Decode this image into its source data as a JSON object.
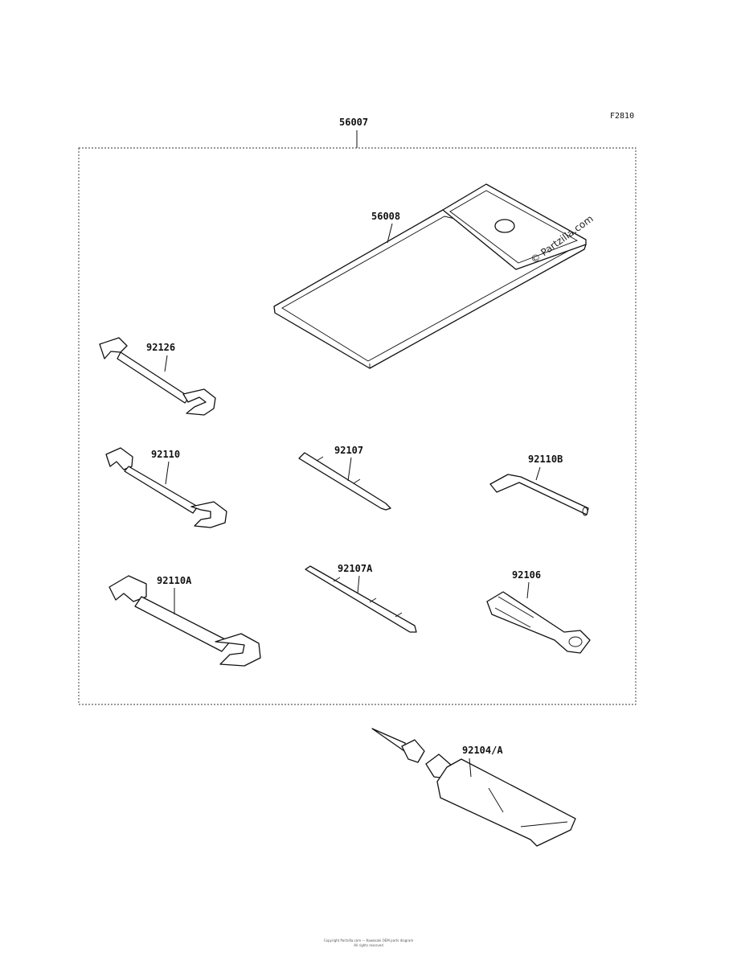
{
  "figure_code": "F2810",
  "watermark": "© Partzilla.com",
  "parts": [
    {
      "id": "kit",
      "number": "56007"
    },
    {
      "id": "case",
      "number": "56008"
    },
    {
      "id": "wrench-a",
      "number": "92126"
    },
    {
      "id": "wrench-b",
      "number": "92110"
    },
    {
      "id": "screwdriver",
      "number": "92107"
    },
    {
      "id": "hex-key",
      "number": "92110B"
    },
    {
      "id": "wrench-c",
      "number": "92110A"
    },
    {
      "id": "screwdriver-b",
      "number": "92107A"
    },
    {
      "id": "handle",
      "number": "92106"
    },
    {
      "id": "grease-tube",
      "number": "92104/A"
    }
  ],
  "footer": {
    "line1": "Copyright Partzilla.com — Kawasaki OEM parts diagram",
    "line2": "All rights reserved"
  }
}
